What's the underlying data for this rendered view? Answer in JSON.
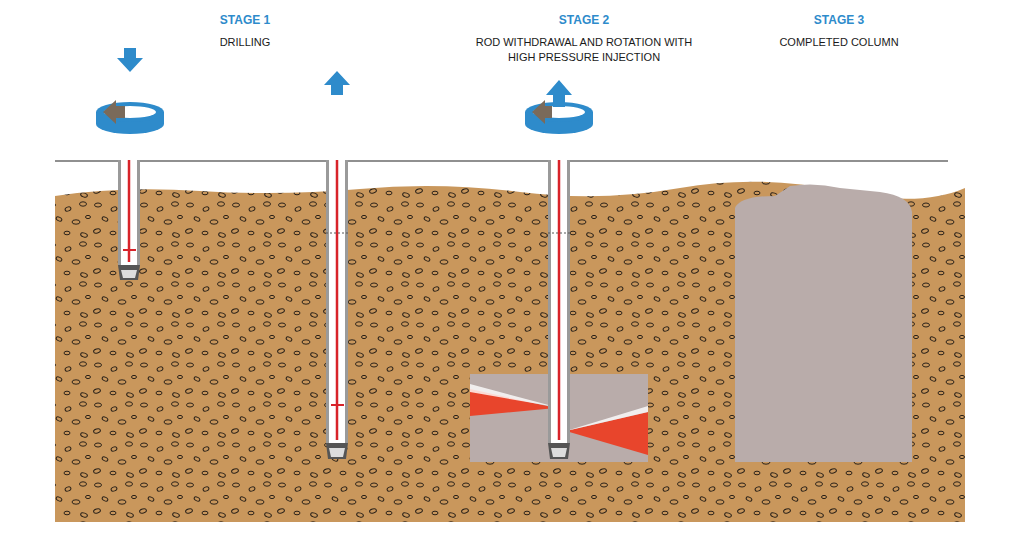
{
  "diagram": {
    "labels": [
      "STAGE 1",
      "DRILLING",
      "STAGE 2",
      "ROD WITHDRAWAL AND ROTATION WITH HIGH PRESSURE INJECTION",
      "STAGE 3",
      "COMPLETED COLUMN"
    ]
  }
}
